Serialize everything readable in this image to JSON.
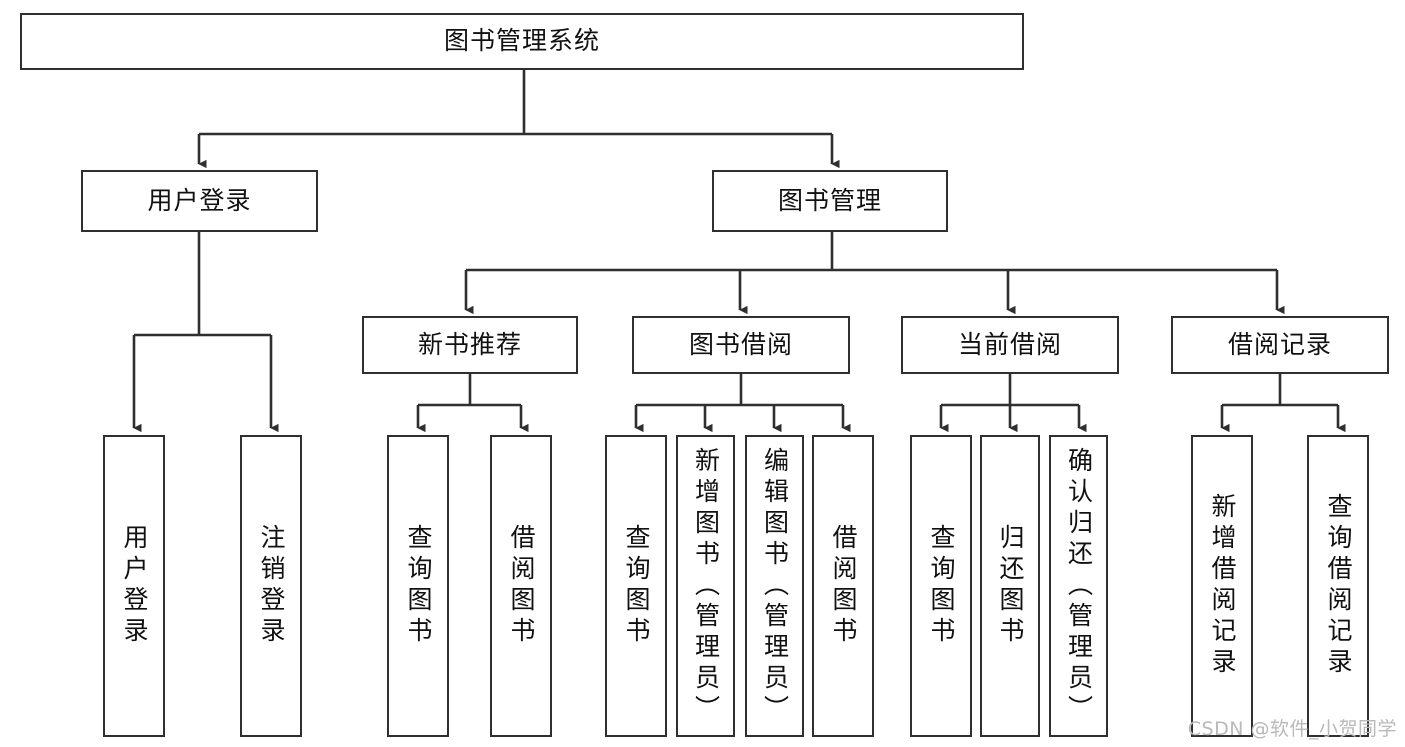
{
  "diagram": {
    "type": "tree",
    "title": "图书管理系统",
    "orientation": "top-down",
    "colors": {
      "node_border": "#2f2f2f",
      "node_fill": "#ffffff",
      "edge": "#2f2f2f",
      "text": "#111111",
      "watermark": "#b9b9b9",
      "background": "#ffffff"
    },
    "nodes": {
      "root": {
        "label": "图书管理系统"
      },
      "user_login": {
        "label": "用户登录"
      },
      "book_manage": {
        "label": "图书管理"
      },
      "new_book_rec": {
        "label": "新书推荐"
      },
      "book_borrow": {
        "label": "图书借阅"
      },
      "current_borrow": {
        "label": "当前借阅"
      },
      "borrow_record": {
        "label": "借阅记录"
      },
      "leaf_user_login": {
        "label": "用户登录"
      },
      "leaf_logout": {
        "label": "注销登录"
      },
      "leaf_query_book_1": {
        "label": "查询图书"
      },
      "leaf_borrow_book_1": {
        "label": "借阅图书"
      },
      "leaf_query_book_2": {
        "label": "查询图书"
      },
      "leaf_add_book_admin": {
        "label": "新增图书（管理员）"
      },
      "leaf_edit_book_admin": {
        "label": "编辑图书（管理员）"
      },
      "leaf_borrow_book_2": {
        "label": "借阅图书"
      },
      "leaf_query_book_3": {
        "label": "查询图书"
      },
      "leaf_return_book": {
        "label": "归还图书"
      },
      "leaf_confirm_return_admin": {
        "label": "确认归还（管理员）"
      },
      "leaf_add_record": {
        "label": "新增借阅记录"
      },
      "leaf_query_record": {
        "label": "查询借阅记录"
      }
    },
    "edges": [
      {
        "from": "root",
        "to": "user_login"
      },
      {
        "from": "root",
        "to": "book_manage"
      },
      {
        "from": "user_login",
        "to": "leaf_user_login"
      },
      {
        "from": "user_login",
        "to": "leaf_logout"
      },
      {
        "from": "book_manage",
        "to": "new_book_rec"
      },
      {
        "from": "book_manage",
        "to": "book_borrow"
      },
      {
        "from": "book_manage",
        "to": "current_borrow"
      },
      {
        "from": "book_manage",
        "to": "borrow_record"
      },
      {
        "from": "new_book_rec",
        "to": "leaf_query_book_1"
      },
      {
        "from": "new_book_rec",
        "to": "leaf_borrow_book_1"
      },
      {
        "from": "book_borrow",
        "to": "leaf_query_book_2"
      },
      {
        "from": "book_borrow",
        "to": "leaf_add_book_admin"
      },
      {
        "from": "book_borrow",
        "to": "leaf_edit_book_admin"
      },
      {
        "from": "book_borrow",
        "to": "leaf_borrow_book_2"
      },
      {
        "from": "current_borrow",
        "to": "leaf_query_book_3"
      },
      {
        "from": "current_borrow",
        "to": "leaf_return_book"
      },
      {
        "from": "current_borrow",
        "to": "leaf_confirm_return_admin"
      },
      {
        "from": "borrow_record",
        "to": "leaf_add_record"
      },
      {
        "from": "borrow_record",
        "to": "leaf_query_record"
      }
    ]
  },
  "watermark": {
    "text": "CSDN @软件_小贺同学"
  }
}
